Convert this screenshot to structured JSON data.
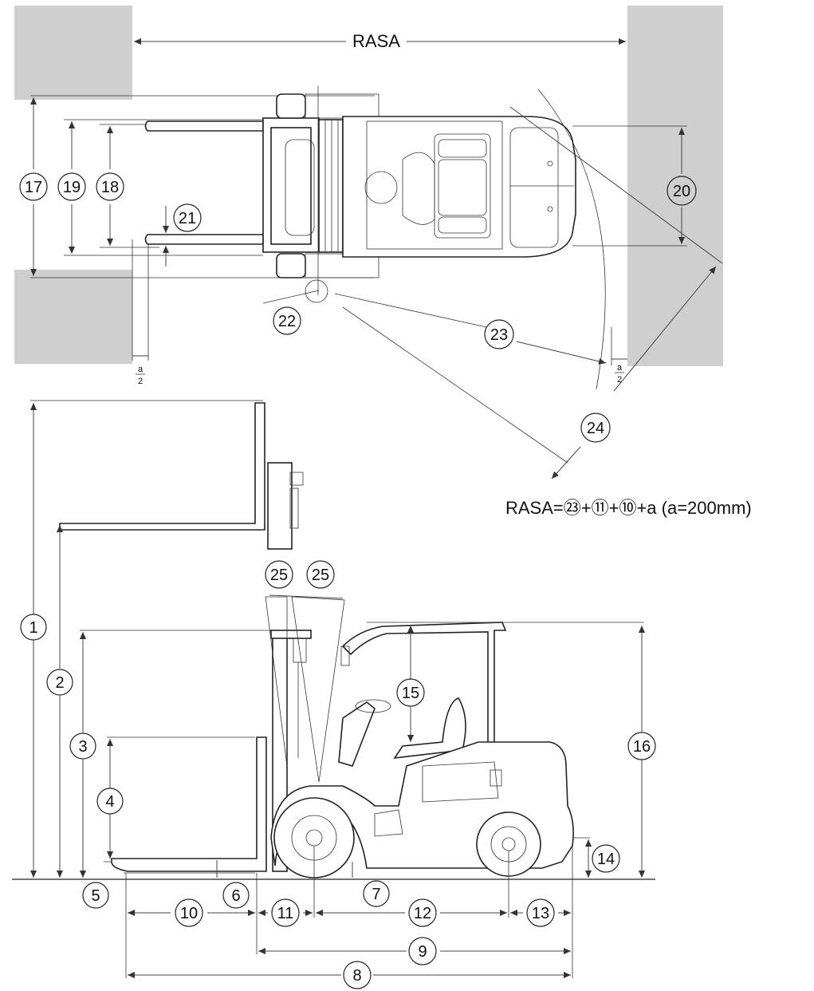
{
  "labels": {
    "rasa": "RASA",
    "formula": "RASA=㉓+⑪+⑩+a (a=200mm)",
    "fraction_top": "a",
    "fraction_bottom": "2",
    "n1": "1",
    "n2": "2",
    "n3": "3",
    "n4": "4",
    "n5": "5",
    "n6": "6",
    "n7": "7",
    "n8": "8",
    "n9": "9",
    "n10": "10",
    "n11": "11",
    "n12": "12",
    "n13": "13",
    "n14": "14",
    "n15": "15",
    "n16": "16",
    "n17": "17",
    "n18": "18",
    "n19": "19",
    "n20": "20",
    "n21": "21",
    "n22": "22",
    "n23": "23",
    "n24": "24",
    "n25a": "25",
    "n25b": "25"
  }
}
